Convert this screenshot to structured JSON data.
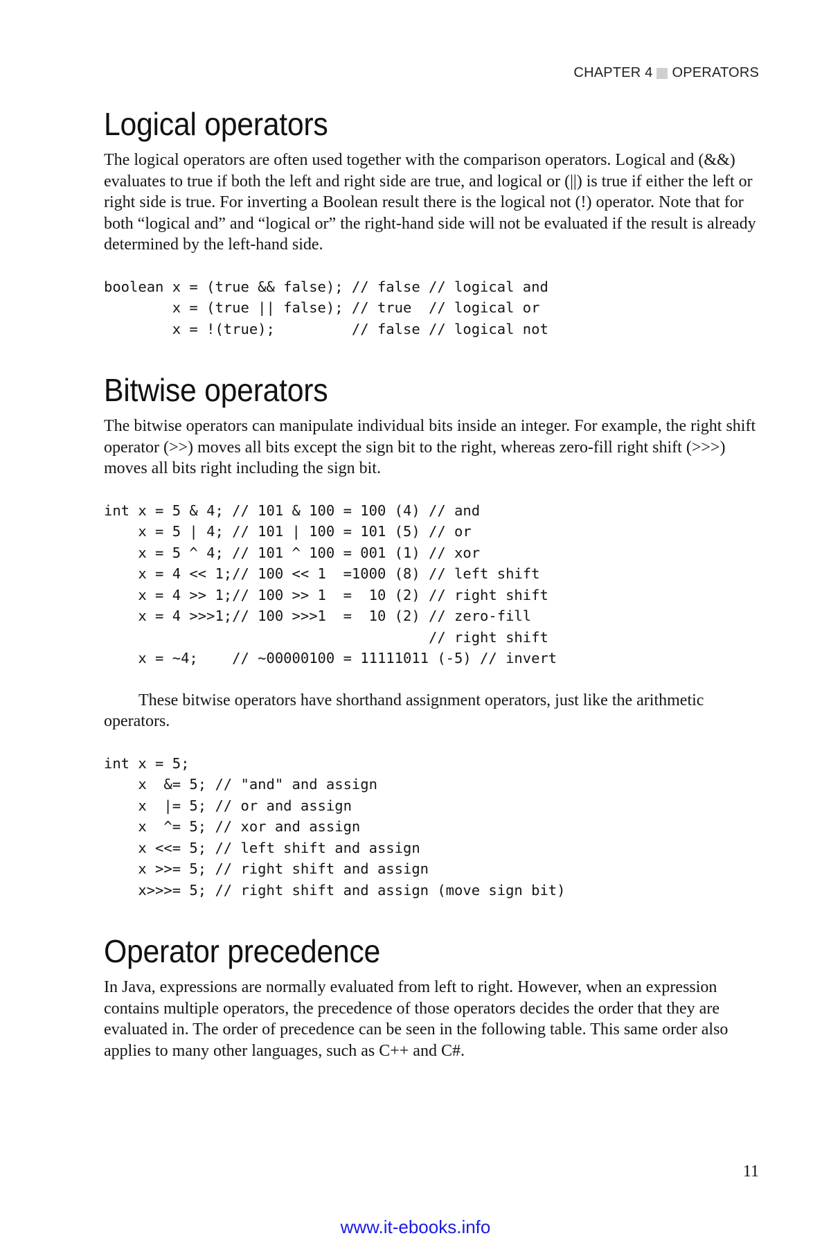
{
  "header": {
    "chapter": "CHAPTER 4",
    "title": "OPERATORS"
  },
  "sections": {
    "logical": {
      "heading": "Logical operators",
      "paragraph": "The logical operators are often used together with the comparison operators. Logical and (&&) evaluates to true if both the left and right side are true, and logical or (||) is true if either the left or right side is true. For inverting a Boolean result there is the logical not (!) operator. Note that for both “logical and” and “logical or” the right-hand side will not be evaluated if the result is already determined by the left-hand side.",
      "code": "boolean x = (true && false); // false // logical and\n        x = (true || false); // true  // logical or\n        x = !(true);         // false // logical not"
    },
    "bitwise": {
      "heading": "Bitwise operators",
      "paragraph": "The bitwise operators can manipulate individual bits inside an integer. For example, the right shift operator (>>) moves all bits except the sign bit to the right, whereas zero-fill right shift (>>>) moves all bits right including the sign bit.",
      "code": "int x = 5 & 4; // 101 & 100 = 100 (4) // and\n    x = 5 | 4; // 101 | 100 = 101 (5) // or\n    x = 5 ^ 4; // 101 ^ 100 = 001 (1) // xor\n    x = 4 << 1;// 100 << 1  =1000 (8) // left shift\n    x = 4 >> 1;// 100 >> 1  =  10 (2) // right shift\n    x = 4 >>>1;// 100 >>>1  =  10 (2) // zero-fill\n                                      // right shift\n    x = ~4;    // ~00000100 = 11111011 (-5) // invert",
      "shorthand_paragraph": "These bitwise operators have shorthand assignment operators, just like the arithmetic operators.",
      "assign_code": "int x = 5;\n    x  &= 5; // \"and\" and assign\n    x  |= 5; // or and assign\n    x  ^= 5; // xor and assign\n    x <<= 5; // left shift and assign\n    x >>= 5; // right shift and assign\n    x>>>= 5; // right shift and assign (move sign bit)"
    },
    "precedence": {
      "heading": "Operator precedence",
      "paragraph": "In Java, expressions are normally evaluated from left to right. However, when an expression contains multiple operators, the precedence of those operators decides the order that they are evaluated in. The order of precedence can be seen in the following table. This same order also applies to many other languages, such as C++ and C#."
    }
  },
  "page_number": "11",
  "footer": {
    "link_text": "www.it-ebooks.info"
  }
}
